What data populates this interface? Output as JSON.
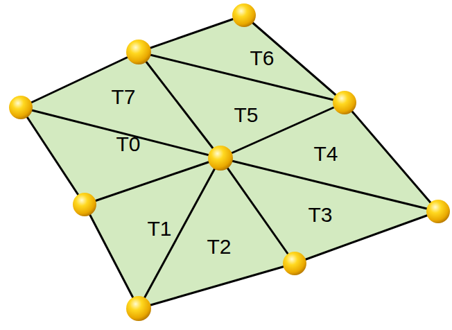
{
  "diagram": {
    "labels": [
      "T6",
      "T7",
      "T5",
      "T0",
      "T4",
      "T3",
      "T1",
      "T2"
    ]
  }
}
